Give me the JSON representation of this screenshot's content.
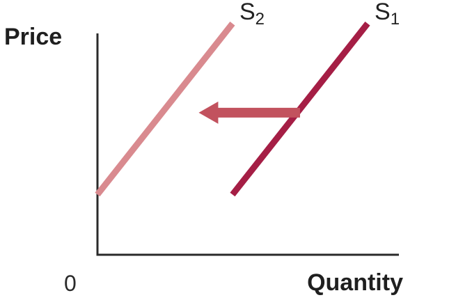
{
  "chart_data": {
    "type": "line",
    "title": "",
    "xlabel": "Quantity",
    "ylabel": "Price",
    "origin_label": "0",
    "grid": false,
    "legend": "none",
    "xlim": [
      0,
      10
    ],
    "ylim": [
      0,
      10
    ],
    "series": [
      {
        "name": "S2",
        "label_main": "S",
        "label_sub": "2",
        "color": "#d98a8f",
        "x": [
          1.2,
          5.6
        ],
        "y": [
          2.5,
          9.6
        ]
      },
      {
        "name": "S1",
        "label_main": "S",
        "label_sub": "1",
        "color": "#a51e45",
        "x": [
          5.6,
          10.0
        ],
        "y": [
          2.5,
          9.6
        ]
      }
    ],
    "annotations": [
      {
        "type": "arrow",
        "meaning": "supply shift left (from S1 toward S2)",
        "color": "#c2525e",
        "from": [
          7.8,
          5.9
        ],
        "to": [
          4.5,
          5.9
        ]
      }
    ]
  }
}
